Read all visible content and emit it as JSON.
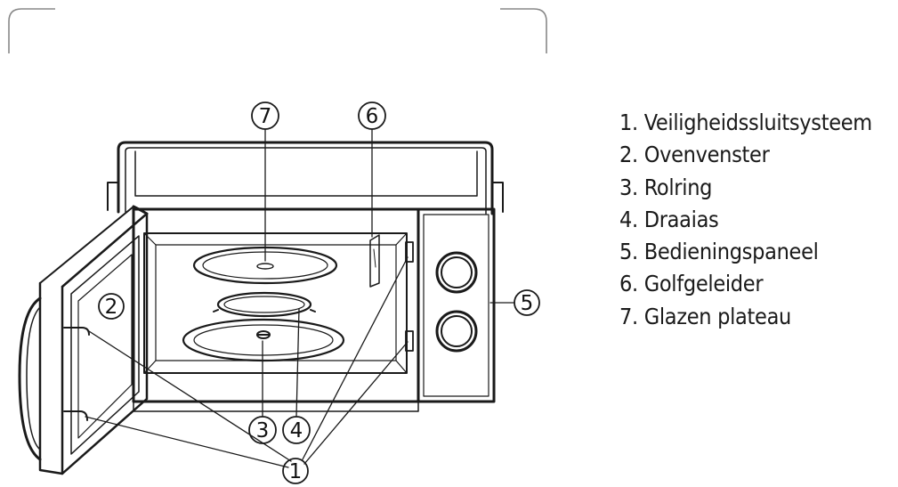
{
  "legend": [
    "1. Veiligheidssluitsysteem",
    "2. Ovenvenster",
    "3. Rolring",
    "4. Draaias",
    "5. Bedieningspaneel",
    "6. Golfgeleider",
    "7. Glazen plateau"
  ],
  "callouts": {
    "c1": "1",
    "c2": "2",
    "c3": "3",
    "c4": "4",
    "c5": "5",
    "c6": "6",
    "c7": "7"
  }
}
